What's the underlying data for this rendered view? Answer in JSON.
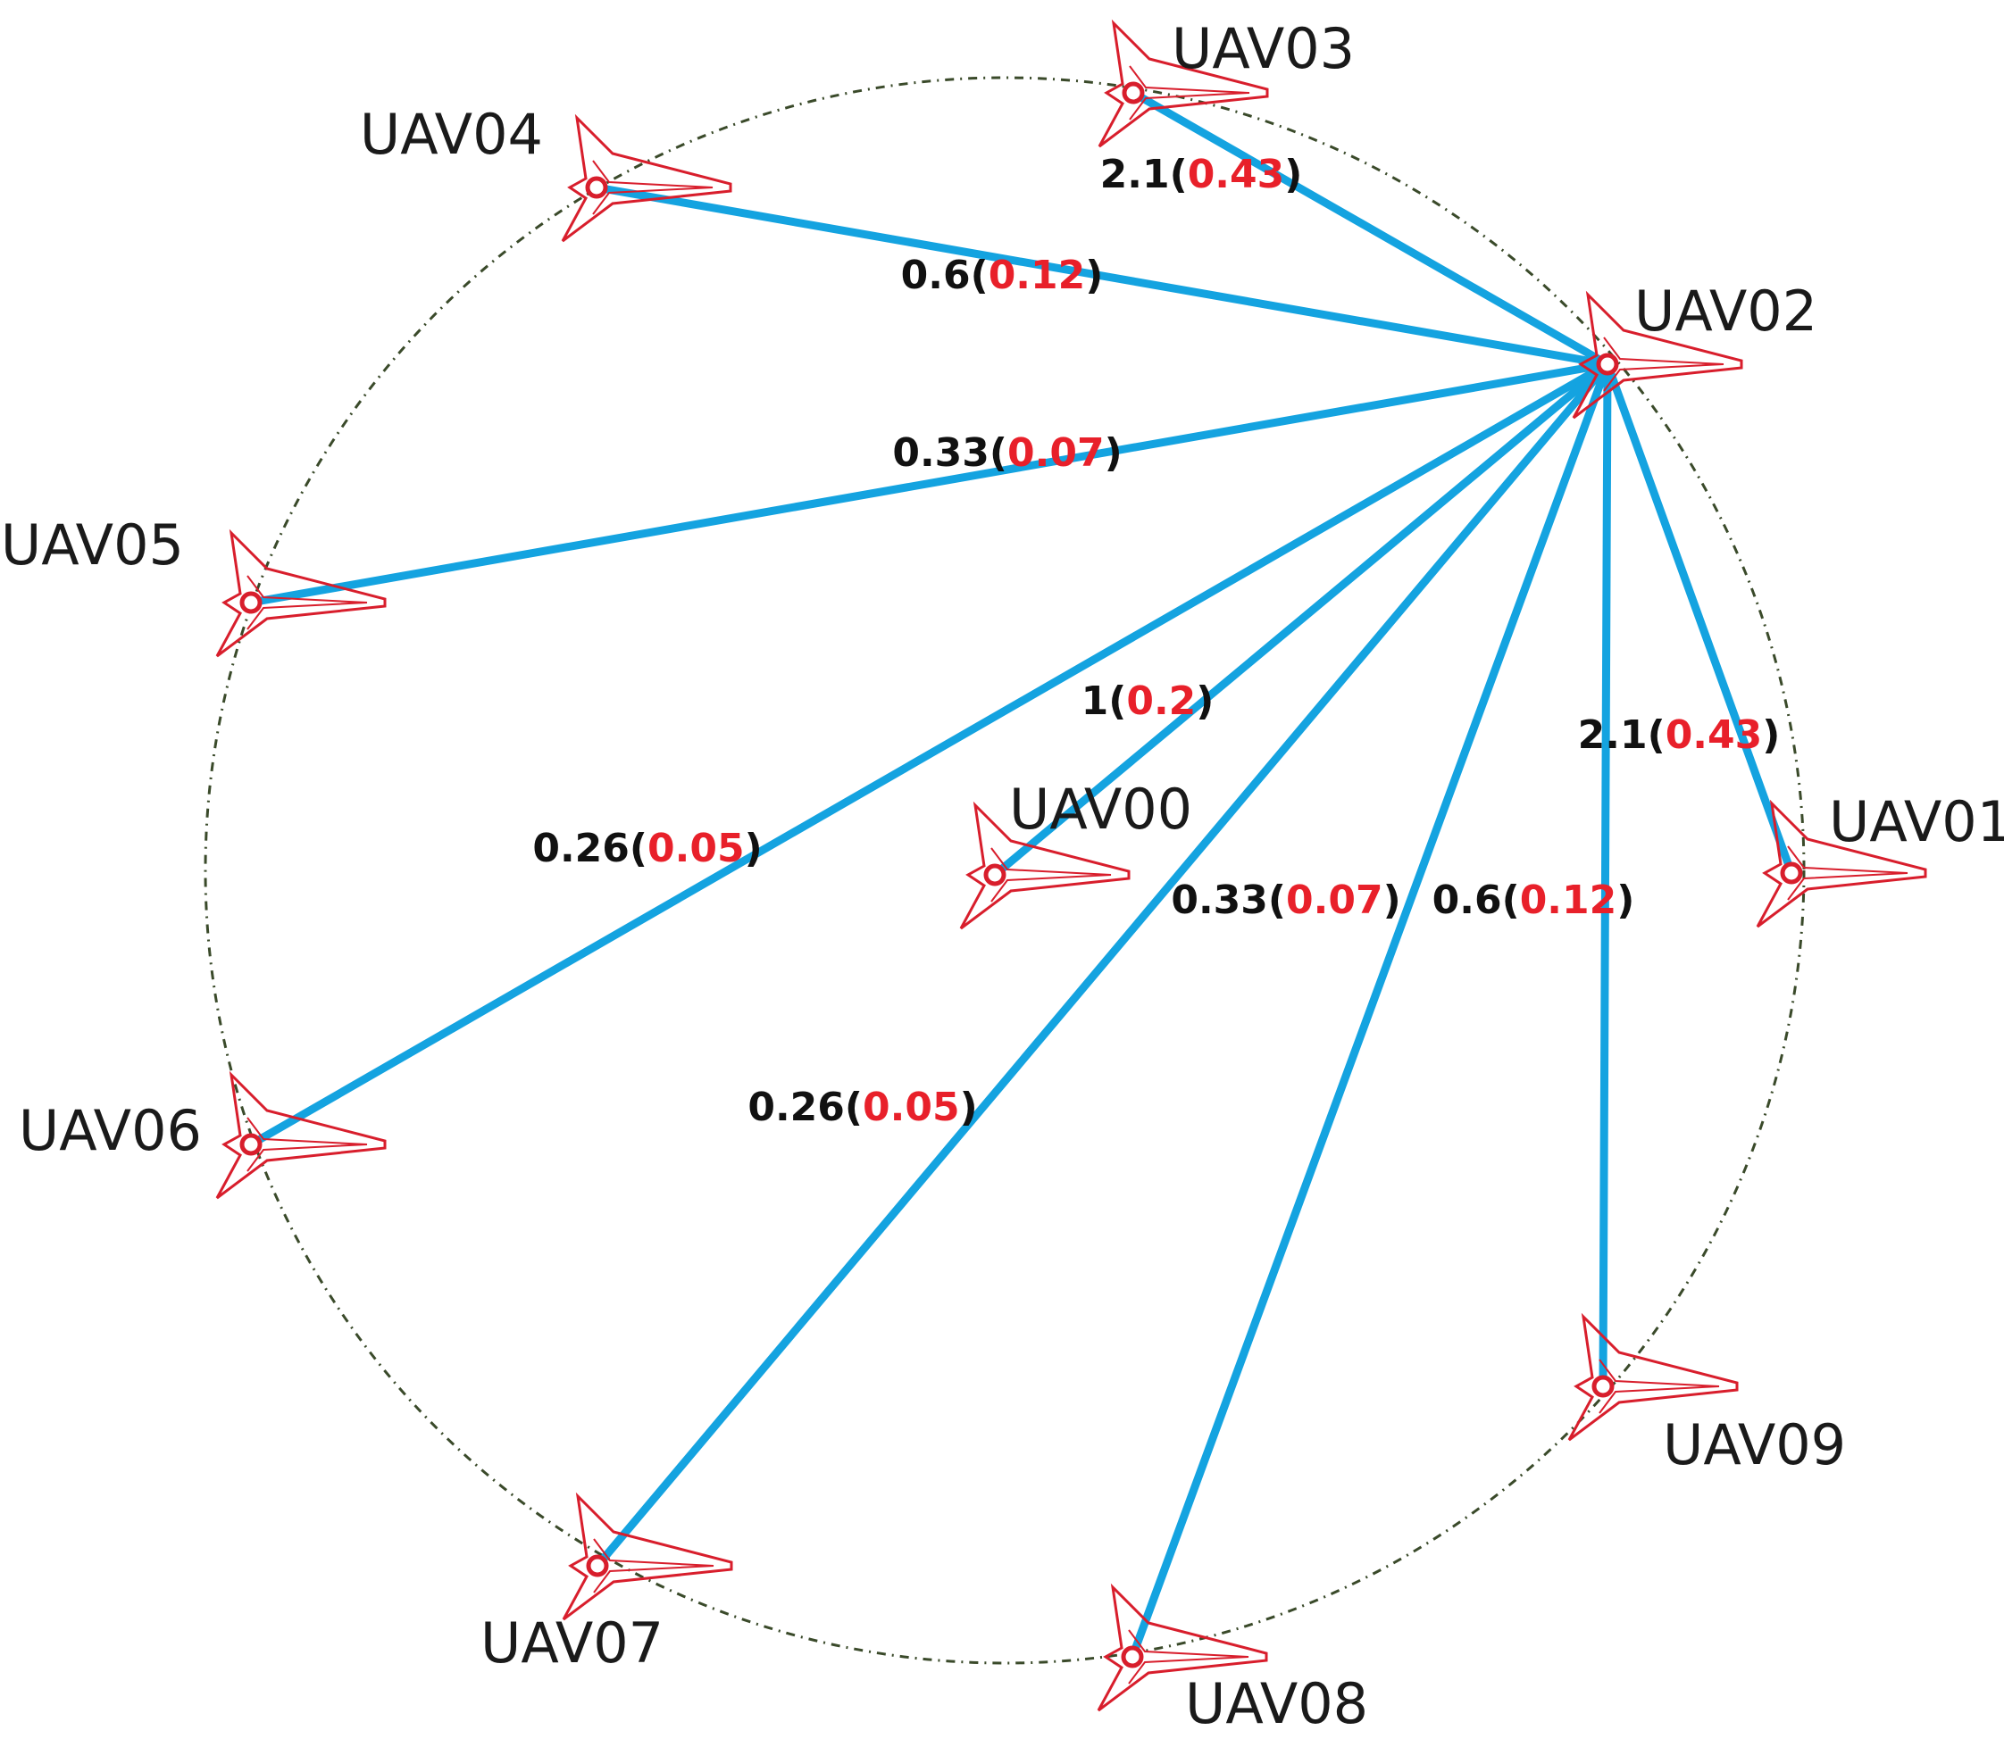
{
  "colors": {
    "edge": "#14a3e0",
    "uav_outline": "#d81e2c",
    "weight_text": "#111111",
    "ratio_text": "#e8202a",
    "circle": "#3a4a2a",
    "label": "#1a1a1a"
  },
  "icons": {
    "uav": "uav-plane-icon"
  },
  "nodes": [
    {
      "id": "UAV00",
      "label": "UAV00"
    },
    {
      "id": "UAV01",
      "label": "UAV01"
    },
    {
      "id": "UAV02",
      "label": "UAV02"
    },
    {
      "id": "UAV03",
      "label": "UAV03"
    },
    {
      "id": "UAV04",
      "label": "UAV04"
    },
    {
      "id": "UAV05",
      "label": "UAV05"
    },
    {
      "id": "UAV06",
      "label": "UAV06"
    },
    {
      "id": "UAV07",
      "label": "UAV07"
    },
    {
      "id": "UAV08",
      "label": "UAV08"
    },
    {
      "id": "UAV09",
      "label": "UAV09"
    }
  ],
  "edges": [
    {
      "from": "UAV02",
      "to": "UAV03",
      "weight": "2.1",
      "ratio": "0.43"
    },
    {
      "from": "UAV02",
      "to": "UAV04",
      "weight": "0.6",
      "ratio": "0.12"
    },
    {
      "from": "UAV02",
      "to": "UAV05",
      "weight": "0.33",
      "ratio": "0.07"
    },
    {
      "from": "UAV02",
      "to": "UAV06",
      "weight": "0.26",
      "ratio": "0.05"
    },
    {
      "from": "UAV02",
      "to": "UAV00",
      "weight": "1",
      "ratio": "0.2"
    },
    {
      "from": "UAV02",
      "to": "UAV07",
      "weight": "0.26",
      "ratio": "0.05"
    },
    {
      "from": "UAV02",
      "to": "UAV08",
      "weight": "0.33",
      "ratio": "0.07"
    },
    {
      "from": "UAV02",
      "to": "UAV09",
      "weight": "0.6",
      "ratio": "0.12"
    },
    {
      "from": "UAV02",
      "to": "UAV01",
      "weight": "2.1",
      "ratio": "0.43"
    }
  ]
}
